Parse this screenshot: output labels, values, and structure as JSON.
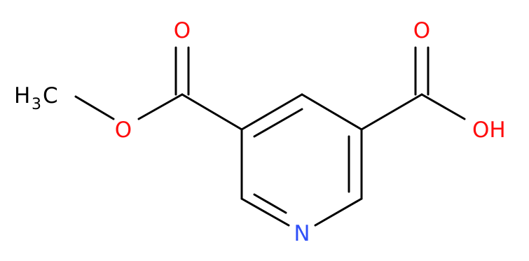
{
  "atoms": {
    "n": "N",
    "o_ester_carbonyl": "O",
    "o_ester": "O",
    "o_acid_carbonyl": "O",
    "oh": "OH",
    "methyl_h": "H",
    "methyl_sub": "3",
    "methyl_c": "C"
  },
  "colors": {
    "bond": "#000000",
    "oxygen": "#ff0d0d",
    "nitrogen": "#3050f8",
    "carbon": "#000000"
  }
}
